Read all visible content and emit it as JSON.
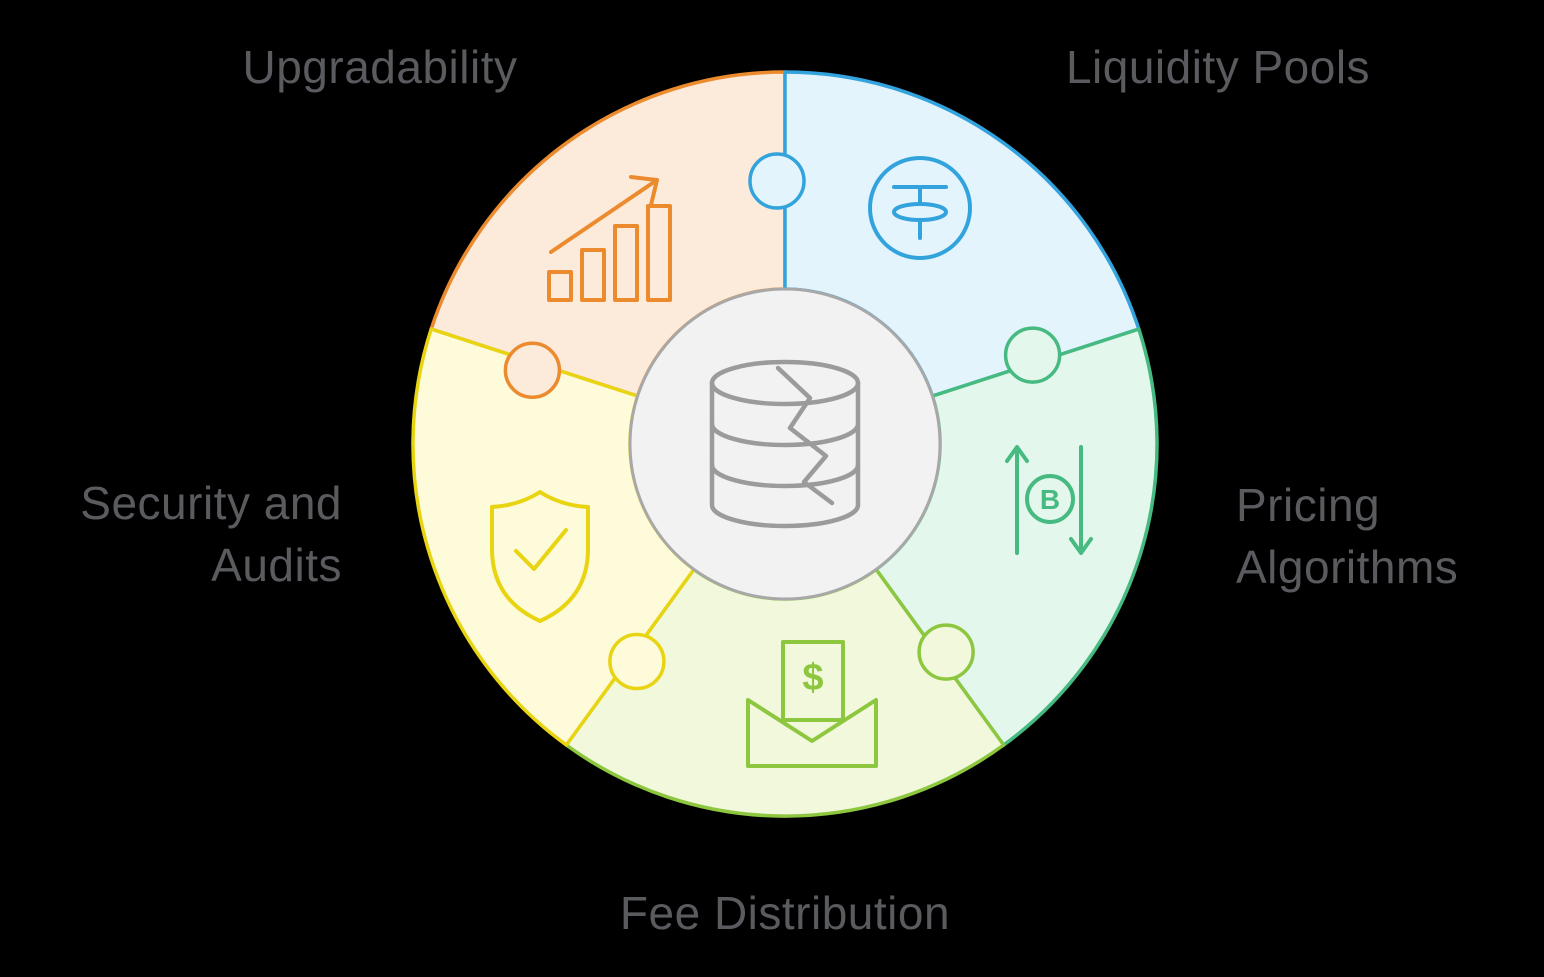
{
  "diagram": {
    "background": "#000000",
    "label_color": "#595b5f",
    "center": {
      "icon": "database-icon",
      "fill": "#f2f2f2",
      "stroke": "#a8a8a8",
      "icon_stroke": "#9b9b9b"
    },
    "segments": [
      {
        "id": "upgradability",
        "label": "Upgradability",
        "icon": "growth-chart-icon",
        "fill": "#fceada",
        "stroke": "#ec8b2e"
      },
      {
        "id": "liquidity-pools",
        "label": "Liquidity Pools",
        "icon": "tether-coin-icon",
        "fill": "#e4f4fc",
        "stroke": "#33a3dd"
      },
      {
        "id": "pricing-algorithms",
        "label": "Pricing Algorithms",
        "label_lines": [
          "Pricing",
          "Algorithms"
        ],
        "icon": "bitcoin-exchange-icon",
        "fill": "#e3f7ed",
        "stroke": "#47ba81"
      },
      {
        "id": "fee-distribution",
        "label": "Fee Distribution",
        "icon": "envelope-dollar-icon",
        "fill": "#f1f8dc",
        "stroke": "#8dc63f"
      },
      {
        "id": "security-audits",
        "label": "Security and Audits",
        "label_lines": [
          "Security and",
          "Audits"
        ],
        "icon": "shield-check-icon",
        "fill": "#fdfbda",
        "stroke": "#e8d411"
      }
    ],
    "glyphs": {
      "dollar": "$",
      "bitcoin": "B"
    }
  }
}
